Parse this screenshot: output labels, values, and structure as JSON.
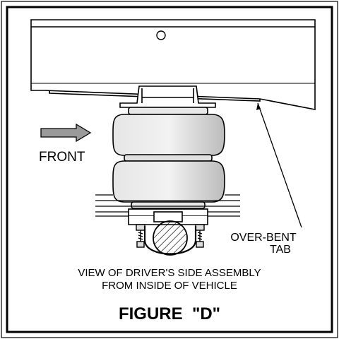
{
  "labels": {
    "front": "FRONT",
    "tab_line1": "OVER-BENT",
    "tab_line2": "TAB",
    "view_line1": "VIEW OF DRIVER'S SIDE ASSEMBLY",
    "view_line2": "FROM INSIDE OF VEHICLE",
    "figure": "FIGURE \"D\""
  },
  "colors": {
    "line": "#000000",
    "arrow_fill": "#9a9a9a",
    "air_spring_fill": "#d4d4d4",
    "background": "#ffffff"
  },
  "icons": {
    "direction_arrow": "arrow-right-icon"
  }
}
